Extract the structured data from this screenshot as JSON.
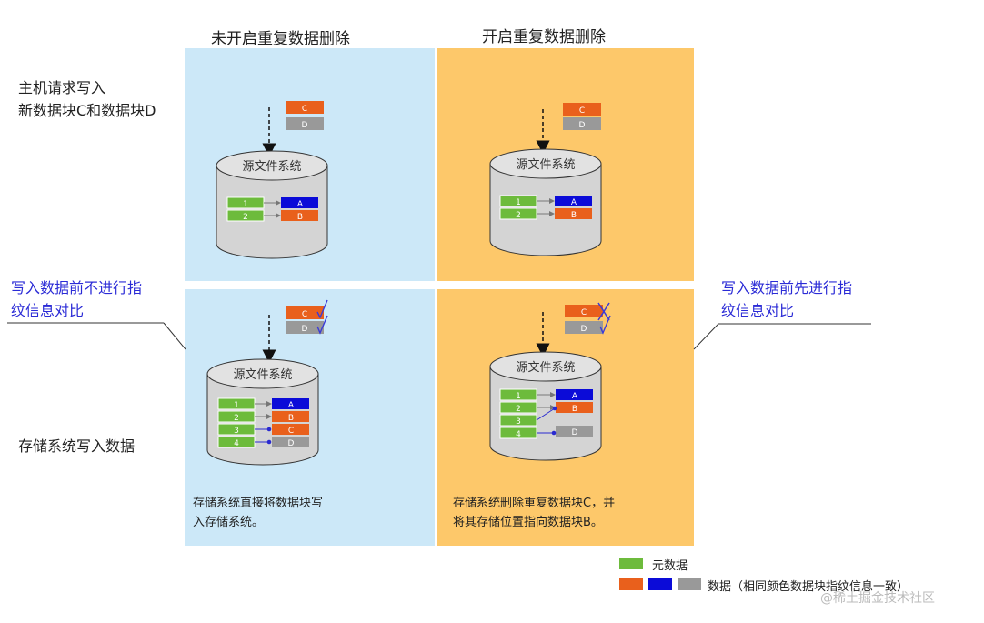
{
  "columns": {
    "left_title": "未开启重复数据删除",
    "right_title": "开启重复数据删除"
  },
  "rows": {
    "host_label_line1": "主机请求写入",
    "host_label_line2": "新数据块C和数据块D",
    "storage_label": "存储系统写入数据"
  },
  "annotations": {
    "left_line1": "写入数据前不进行指",
    "left_line2": "纹信息对比",
    "right_line1": "写入数据前先进行指",
    "right_line2": "纹信息对比"
  },
  "cylinder_label": "源文件系统",
  "incoming_blocks": [
    "C",
    "D"
  ],
  "metadata_ids": [
    "1",
    "2",
    "3",
    "4"
  ],
  "data_blocks": [
    "A",
    "B",
    "C",
    "D"
  ],
  "captions": {
    "left_line1": "存储系统直接将数据块写",
    "left_line2": "入存储系统。",
    "right_line1": "存储系统删除重复数据块C，并",
    "right_line2": "将其存储位置指向数据块B。"
  },
  "legend": {
    "metadata": "元数据",
    "data": "数据（相同颜色数据块指纹信息一致）"
  },
  "watermark": "@稀土掘金技术社区",
  "colors": {
    "panel_blue": "#cce8f8",
    "panel_orange": "#fdc86a",
    "metadata_green": "#6dbb3c",
    "block_orange": "#e9601c",
    "block_blue": "#0b0bd8",
    "block_gray": "#999999",
    "label_blue": "#2b2bd6"
  }
}
